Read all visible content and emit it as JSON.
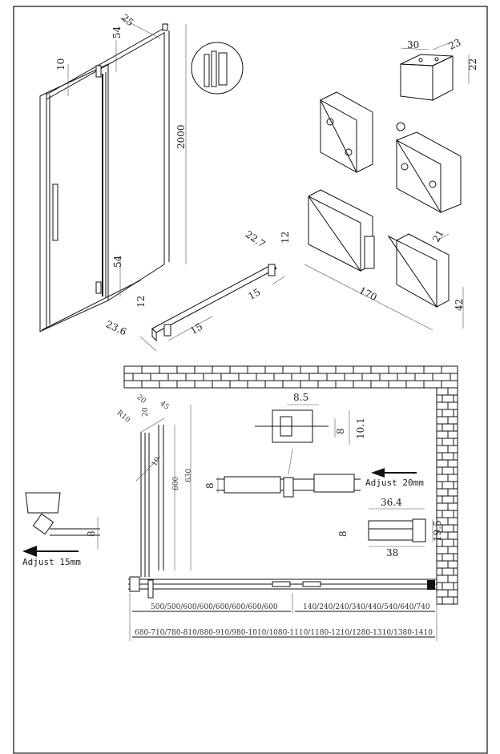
{
  "top_drawing": {
    "door_dims": {
      "rail_depth": "25",
      "rail_offset_top": "54",
      "top_gap": "10",
      "height": "2000",
      "rail_offset_bottom": "54"
    },
    "bottom_guide_dims": {
      "width": "22.7",
      "height_a": "12",
      "height_b": "12",
      "length_a": "15",
      "depth": "23.6",
      "length_b": "15"
    },
    "clamp_dims": {
      "width": "30",
      "depth": "23",
      "height": "22"
    },
    "hinge_dims": {
      "thickness": "21",
      "length": "170",
      "height": "42"
    }
  },
  "plan_drawing": {
    "profile_dims": {
      "offset_a": "20",
      "offset_b": "20",
      "width": "45",
      "radius": "R10",
      "gap": "10",
      "height_inner": "600",
      "height_outer": "630"
    },
    "detail_top": {
      "width": "8.5",
      "glass": "8",
      "height": "10.1"
    },
    "detail_mid": {
      "glass": "8"
    },
    "adjust_right": "Adjust 20mm",
    "detail_right": {
      "width_top": "36.4",
      "glass": "8",
      "height": "19.5",
      "width_bottom": "38"
    },
    "detail_left": {
      "glass": "8"
    },
    "adjust_left": "Adjust 15mm",
    "fixed_panel_widths": "500/500/600/600/600/600/600/600",
    "door_widths": "140/240/240/340/440/540/640/740",
    "total_widths": "680-710/780-810/880-910/980-1010/1080-1110/1180-1210/1280-1310/1380-1410"
  }
}
